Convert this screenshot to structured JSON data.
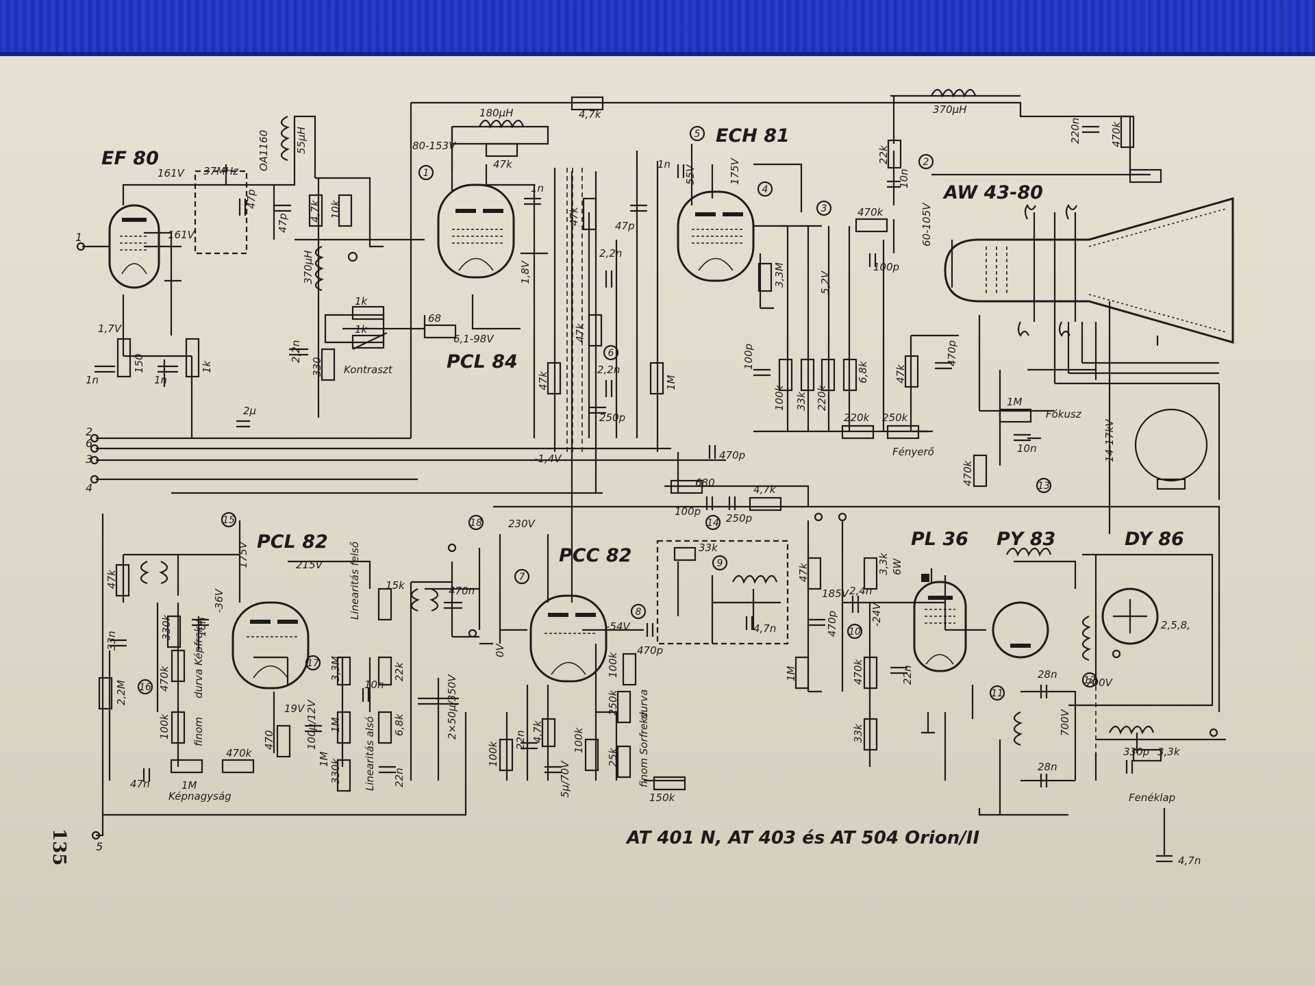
{
  "page": {
    "page_number": "135",
    "caption": "AT 401 N, AT 403 és AT 504 Orion/II"
  },
  "tubes": {
    "ef80": "EF 80",
    "pcl84": "PCL 84",
    "ech81": "ECH 81",
    "aw4380": "AW 43-80",
    "pcl82": "PCL 82",
    "pcc82": "PCC 82",
    "pl36": "PL 36",
    "py83": "PY 83",
    "dy86": "DY 86"
  },
  "labels": {
    "kontraszt": "Kontraszt",
    "fokusz": "Fókusz",
    "fenyero": "Fényerő",
    "kepnagysag": "Képnagyság",
    "linearitas_felso": "Linearitás felső",
    "linearitas_also": "Linearitás alsó",
    "durva_kepfrekv": "durva Képfrekv.",
    "finom_kepfrekv": "finom",
    "durva_sorfrekv": "durva",
    "finom_sorfrekv": "finom Sorfrekv.",
    "fenekklap": "Fenéklap"
  },
  "values": {
    "v161a": "161V",
    "v161b": "161V",
    "mhz37": "37MHz",
    "oa1160": "OA1160",
    "l55": "55μH",
    "c47p_a": "47p",
    "c47p_b": "47p",
    "r47k_a": "4,7k",
    "r10k_a": "10k",
    "v17": "1,7V",
    "c1n_a": "1n",
    "r150": "150",
    "c1n_b": "1n",
    "r1k_a": "1k",
    "l370": "370μH",
    "c22n_a": "2,2n",
    "r330": "330",
    "r1k_b": "1k",
    "r1k_c": "1k",
    "r68": "68",
    "v61_98": "6,1-98V",
    "c2u": "2μ",
    "l180": "180μH",
    "r47k_b": "4,7k",
    "r47k_c": "47k",
    "v80_153": "80-153V",
    "c1n_c": "1n",
    "v18": "1,8V",
    "r47k_d": "47k",
    "r47k_e": "47k",
    "c47p_c": "47p",
    "c22n_b": "2,2n",
    "c22n_c": "2,2n",
    "c250p": "250p",
    "r47k_f": "47k",
    "r1m_a": "1M",
    "v14": "-1,4V",
    "c470p_a": "470p",
    "c1n_d": "1n",
    "v55": "55V",
    "v175a": "175V",
    "r33m_a": "3,3M",
    "c100p_a": "100p",
    "r100k_a": "100k",
    "r33k_a": "33k",
    "r220k_a": "220k",
    "r68k_a": "6,8k",
    "v52": "5,2V",
    "l370b": "370μH",
    "c220n": "220n",
    "r470k_a": "470k",
    "r22k_a": "22k",
    "c10n_a": "10n",
    "r470k_b": "470k",
    "c100p_b": "100p",
    "v60_105": "60-105V",
    "r47k_g": "47k",
    "c470p_b": "470p",
    "r220k_b": "220k",
    "r250k_a": "250k",
    "r1m_b": "1M",
    "c10n_b": "10n",
    "r470k_c": "470k",
    "v14_17kv": "14-17kV",
    "r680": "680",
    "r47k_h": "4,7k",
    "c100p_c": "100p",
    "c250p_b": "250p",
    "v230": "230V",
    "r47k_i": "47k",
    "r33k_b": "3,3k",
    "w6": "6W",
    "v185": "185V",
    "c24n": "2,4n",
    "c470p_c": "470p",
    "v24": "-24V",
    "r1m_c": "1M",
    "r470k_d": "470k",
    "c22n_d": "22n",
    "r33k_c": "33k",
    "v175b": "175V",
    "v215": "215V",
    "v36": "-36V",
    "r47k_j": "47k",
    "c33n": "33n",
    "r330k_a": "330k",
    "c10n_c": "10n",
    "r470k_e": "470k",
    "r22m": "2,2M",
    "r100k_b": "100k",
    "c47n": "47n",
    "r1m_d": "1M",
    "r470k_f": "470k",
    "r470": "470",
    "v19": "19V",
    "c100u": "100μ/12V",
    "r1m_e": "1M",
    "r33m_b": "3,3M",
    "r1m_f": "1M",
    "r330k_b": "330k",
    "c10n_d": "10n",
    "r15k": "15k",
    "r22k_b": "22k",
    "r68k_b": "6,8k",
    "c22n_e": "22n",
    "c470n": "470n",
    "c2x50": "2×50μ/350V",
    "v0": "0V",
    "v54": "-54V",
    "c470p_d": "470p",
    "r33k_d": "33k",
    "c47n_b": "4,7n",
    "r100k_c": "100k",
    "r250k_b": "250k",
    "r25k": "25k",
    "r150k": "150k",
    "r100k_d": "100k",
    "c22n_f": "22n",
    "r47k_k": "4,7k",
    "c5u": "5μ/70V",
    "r100k_e": "100k",
    "c28n_a": "28n",
    "c28n_b": "28n",
    "v700a": "700V",
    "v700b": "700V",
    "c330p": "330p",
    "r33k_e": "3,3k",
    "c47n_c": "4,7n",
    "dy_pins": "2,5,8,"
  },
  "terminals": [
    "1",
    "2",
    "6",
    "3",
    "4",
    "5"
  ],
  "nodes": [
    "1",
    "2",
    "3",
    "4",
    "5",
    "6",
    "7",
    "8",
    "9",
    "10",
    "11",
    "12",
    "13",
    "14",
    "15",
    "16",
    "17",
    "18"
  ]
}
